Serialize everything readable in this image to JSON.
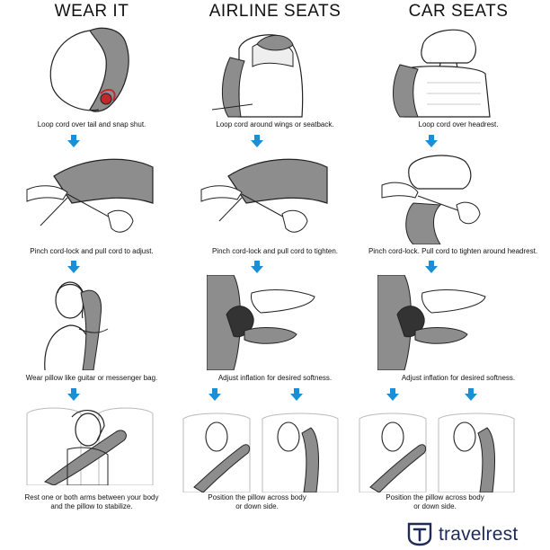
{
  "titles": {
    "wear": "WEAR IT",
    "airline": "AIRLINE SEATS",
    "car": "CAR SEATS"
  },
  "captions": {
    "wear_1": "Loop cord over tail and snap shut.",
    "air_1": "Loop cord around wings or seatback.",
    "car_1": "Loop cord over headrest.",
    "wear_2": "Pinch cord-lock and pull cord to adjust.",
    "air_2": "Pinch cord-lock and pull cord to tighten.",
    "car_2": "Pinch cord-lock. Pull cord to tighten around headrest.",
    "wear_3": "Wear pillow like guitar or messenger bag.",
    "air_3": "Adjust inflation for desired softness.",
    "car_3": "Adjust inflation for desired softness.",
    "wear_4a": "Rest one or both arms between your body",
    "wear_4b": "and the pillow to stabilize.",
    "air_4a": "Position the pillow across body",
    "air_4b": "or down side.",
    "car_4a": "Position the pillow across body",
    "car_4b": "or down side."
  },
  "brand": {
    "name": "travelrest",
    "icon": "travelrest-logo-icon"
  },
  "colors": {
    "arrow": "#1a8fd6",
    "pillow": "#8d8d8d",
    "brand": "#1e2a5a"
  }
}
